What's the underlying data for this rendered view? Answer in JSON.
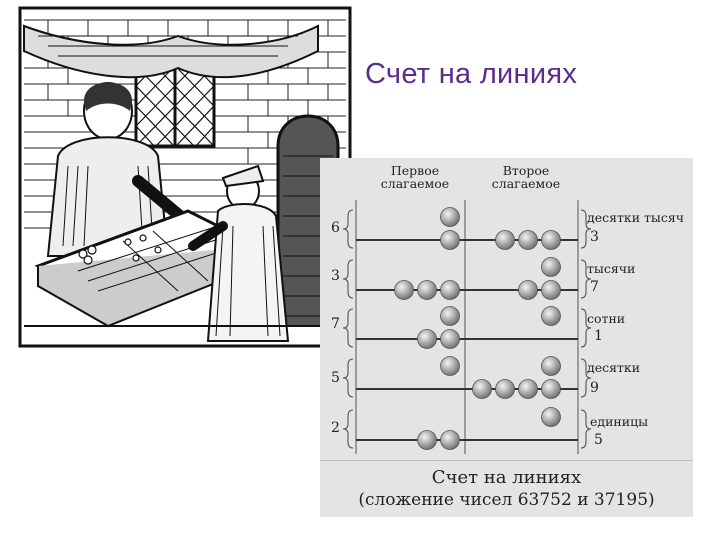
{
  "slide": {
    "title": "Счет на линиях"
  },
  "diagram": {
    "headers": {
      "first": [
        "Первое",
        "слагаемое"
      ],
      "second": [
        "Второе",
        "слагаемое"
      ]
    },
    "rows": [
      {
        "left": "6",
        "place": "десятки тысяч",
        "value": "3",
        "first_on": 1,
        "first_above": 1,
        "second_on": 3,
        "second_above": 0
      },
      {
        "left": "3",
        "place": "тысячи",
        "value": "7",
        "first_on": 3,
        "first_above": 0,
        "second_on": 2,
        "second_above": 1
      },
      {
        "left": "7",
        "place": "сотни",
        "value": "1",
        "first_on": 2,
        "first_above": 1,
        "second_on": 0,
        "second_above": 1
      },
      {
        "left": "5",
        "place": "десятки",
        "value": "9",
        "first_on": 0,
        "first_above": 1,
        "second_on": 4,
        "second_above": 1
      },
      {
        "left": "2",
        "place": "единицы",
        "value": "5",
        "first_on": 2,
        "first_above": 0,
        "second_on": 0,
        "second_above": 1
      }
    ],
    "caption": {
      "line1": "Счет на линиях",
      "line2": "(сложение чисел 63752 и 37195)"
    }
  },
  "colors": {
    "title": "#5b2d8a",
    "panel": "#e4e4e4",
    "bead": "#9a9a9a"
  },
  "illustration": "woodcut of two counters at a counting table"
}
